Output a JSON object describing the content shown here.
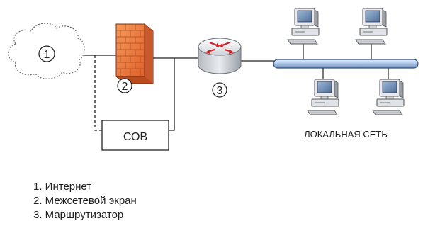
{
  "nodes": {
    "internet_marker": "1",
    "firewall_marker": "2",
    "router_marker": "3",
    "ids_label": "СОВ",
    "lan_label": "ЛОКАЛЬНАЯ СЕТЬ"
  },
  "legend": {
    "items": [
      {
        "text": "1. Интернет"
      },
      {
        "text": "2. Межсетевой экран"
      },
      {
        "text": "3. Маршрутизатор"
      }
    ]
  },
  "colors": {
    "bus_fill": "#c3d7ee",
    "bus_stroke": "#2f4f7f",
    "firewall_orange": "#ee7436",
    "router_arrows": "#d42020",
    "line_color": "#222222"
  },
  "icons": {
    "cloud": "cloud-icon",
    "firewall": "brick-wall-icon",
    "router": "router-icon",
    "workstation": "desktop-computer-icon"
  }
}
